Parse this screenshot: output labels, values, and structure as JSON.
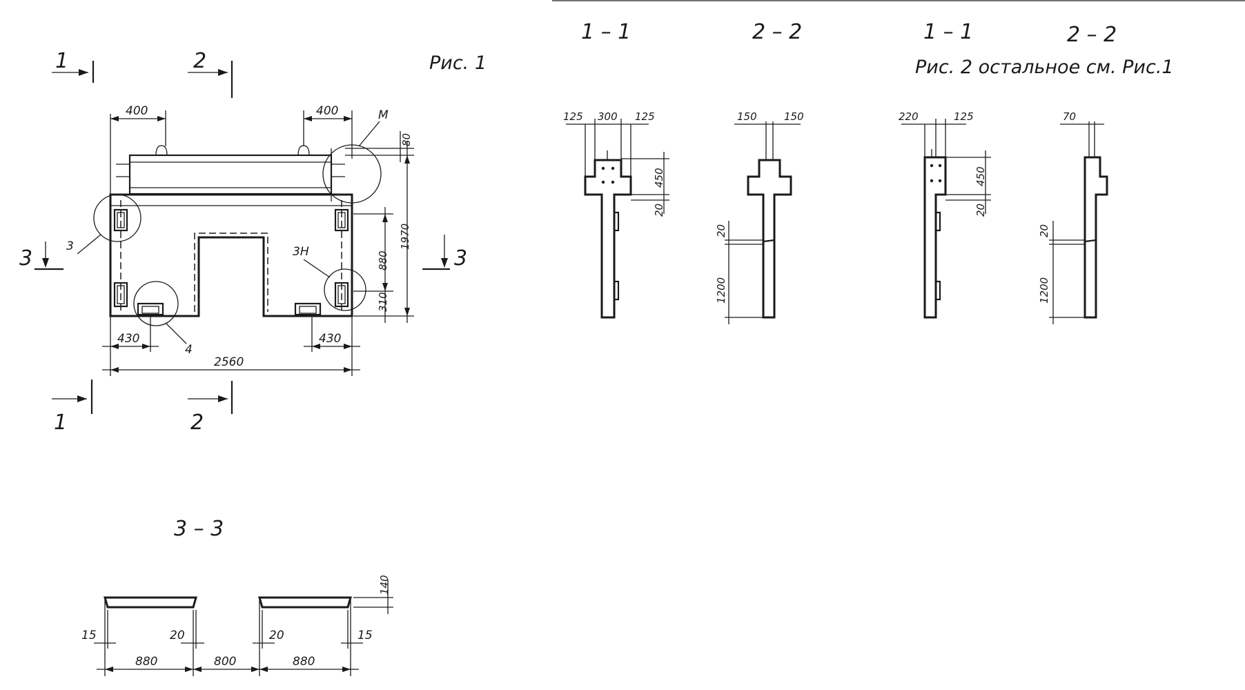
{
  "figure1": {
    "caption": "Рис. 1",
    "dimensions": {
      "top_left": "400",
      "top_right": "400",
      "height_top": "80",
      "height_mid": "880",
      "height_total": "1970",
      "height_bottom": "310",
      "bottom_left": "430",
      "bottom_right": "430",
      "total_width": "2560"
    },
    "callouts": {
      "c3": "3",
      "c4": "4",
      "c3n": "3Н",
      "cm": "М"
    },
    "section_marks": {
      "s1_top": "1",
      "s2_top": "2",
      "s3_left": "3",
      "s3_right": "3",
      "s1_bottom": "1",
      "s2_bottom": "2"
    }
  },
  "section_3_3": {
    "title": "3 – 3",
    "dimensions": {
      "thickness": "140",
      "edge_left": "15",
      "edge_right": "15",
      "inner_left": "20",
      "inner_right": "20",
      "seg_left": "880",
      "gap": "800",
      "seg_right": "880"
    }
  },
  "figure1_sections": {
    "s11": {
      "title": "1 – 1",
      "dims": {
        "a": "125",
        "b": "300",
        "c": "125",
        "h1": "450",
        "h2": "20"
      }
    },
    "s22": {
      "title": "2 – 2",
      "dims": {
        "a": "150",
        "b": "150",
        "h1": "20",
        "h2": "1200"
      }
    }
  },
  "figure2": {
    "caption": "Рис. 2   остальное см. Рис.1",
    "s11": {
      "title": "1 – 1",
      "dims": {
        "a": "220",
        "b": "125",
        "h1": "450",
        "h2": "20"
      }
    },
    "s22": {
      "title": "2 – 2",
      "dims": {
        "a": "70",
        "h1": "20",
        "h2": "1200"
      }
    }
  }
}
